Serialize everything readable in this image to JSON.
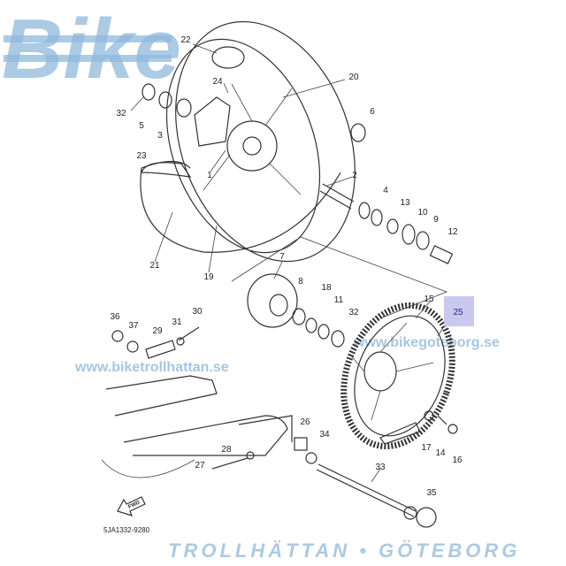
{
  "watermark": {
    "brand": "Bike",
    "tagline": "TROLLHÄTTAN • GÖTEBORG",
    "url_left": "www.biketrollhattan.se",
    "url_right": "www.bikegoteborg.se",
    "color": "#8fb9dc"
  },
  "diagram_code": "5JA1332-9280",
  "fwd_label": "FWD",
  "highlight_color": "#c9c9f0",
  "callouts": {
    "c22": "22",
    "c24": "24",
    "c20": "20",
    "c32a": "32",
    "c5": "5",
    "c3": "3",
    "c6": "6",
    "c23": "23",
    "c1": "1",
    "c2": "2",
    "c4": "4",
    "c13": "13",
    "c10": "10",
    "c9": "9",
    "c12": "12",
    "c21": "21",
    "c19": "19",
    "c7": "7",
    "c8": "8",
    "c18": "18",
    "c11": "11",
    "c32b": "32",
    "c15": "15",
    "c25": "25",
    "c30": "30",
    "c36": "36",
    "c37": "37",
    "c31": "31",
    "c29": "29",
    "c26": "26",
    "c34": "34",
    "c28": "28",
    "c27": "27",
    "c33": "33",
    "c17": "17",
    "c14": "14",
    "c16": "16",
    "c35": "35"
  }
}
